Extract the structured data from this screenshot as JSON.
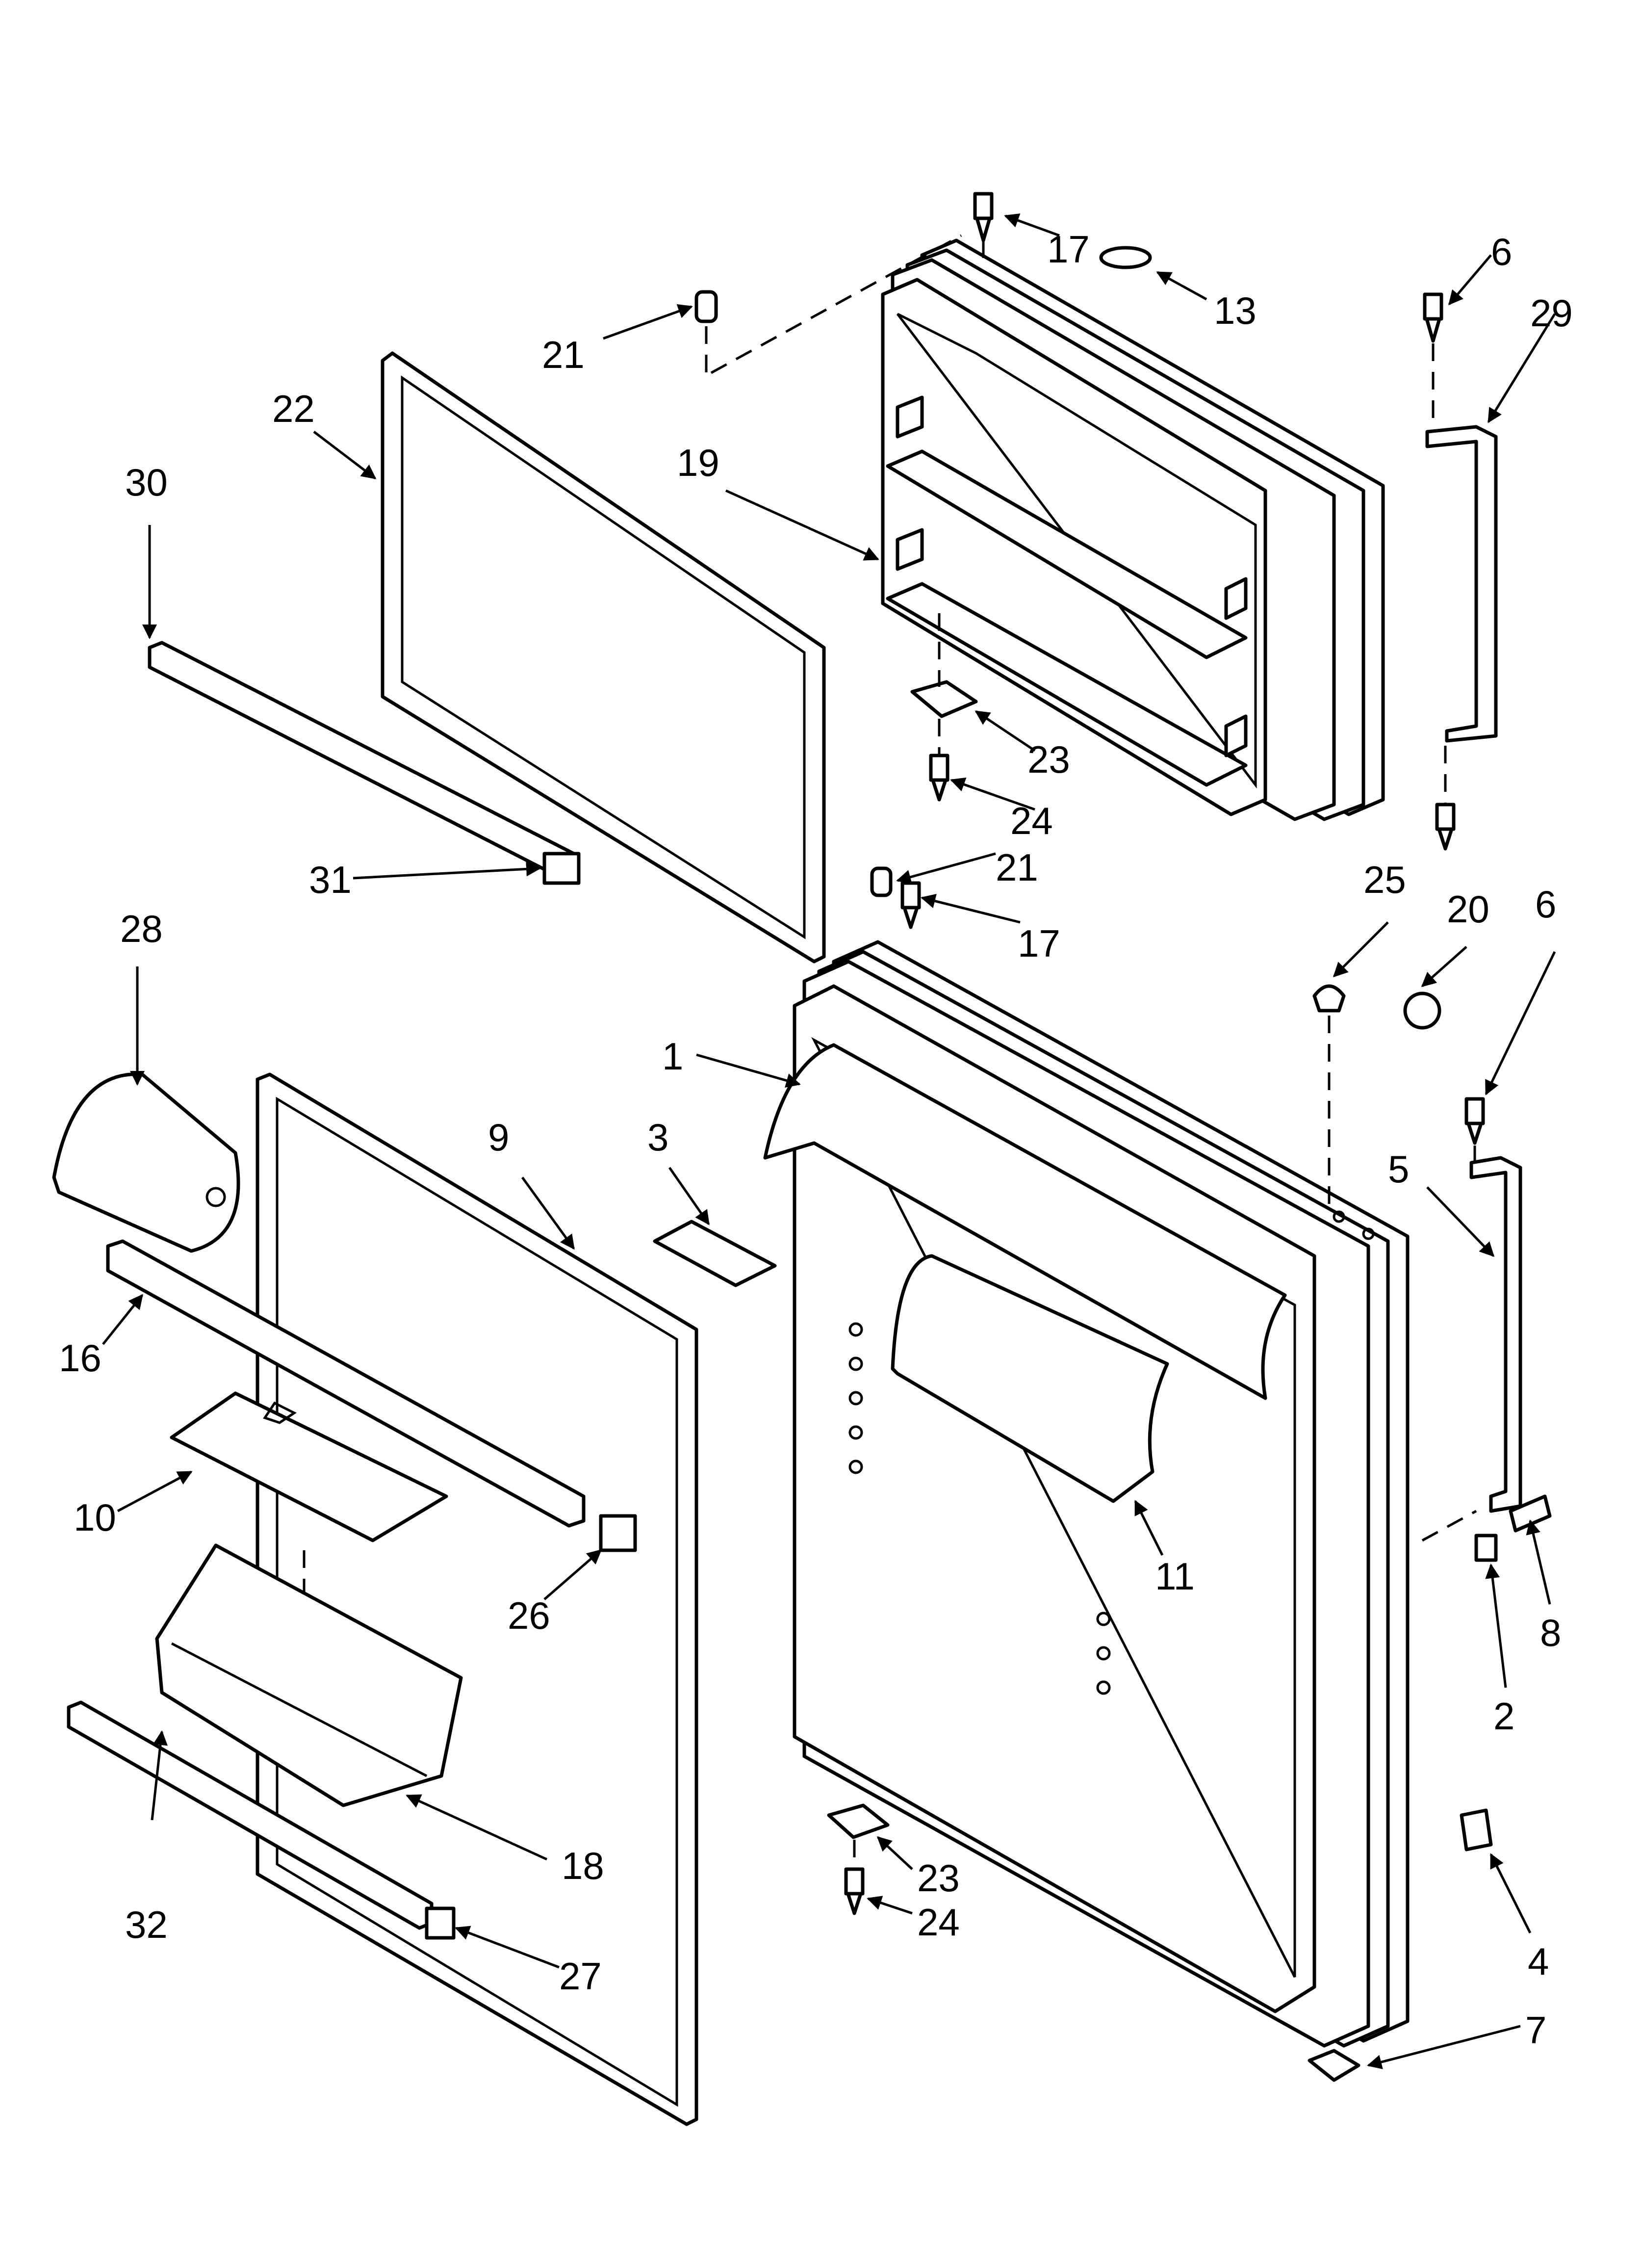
{
  "callouts": [
    {
      "id": "17a",
      "label": "17"
    },
    {
      "id": "13",
      "label": "13"
    },
    {
      "id": "6a",
      "label": "6"
    },
    {
      "id": "29",
      "label": "29"
    },
    {
      "id": "21a",
      "label": "21"
    },
    {
      "id": "22",
      "label": "22"
    },
    {
      "id": "30",
      "label": "30"
    },
    {
      "id": "19",
      "label": "19"
    },
    {
      "id": "23a",
      "label": "23"
    },
    {
      "id": "24a",
      "label": "24"
    },
    {
      "id": "21b",
      "label": "21"
    },
    {
      "id": "31",
      "label": "31"
    },
    {
      "id": "17b",
      "label": "17"
    },
    {
      "id": "25",
      "label": "25"
    },
    {
      "id": "20",
      "label": "20"
    },
    {
      "id": "6b",
      "label": "6"
    },
    {
      "id": "28",
      "label": "28"
    },
    {
      "id": "1",
      "label": "1"
    },
    {
      "id": "9",
      "label": "9"
    },
    {
      "id": "3",
      "label": "3"
    },
    {
      "id": "5",
      "label": "5"
    },
    {
      "id": "16",
      "label": "16"
    },
    {
      "id": "10",
      "label": "10"
    },
    {
      "id": "11",
      "label": "11"
    },
    {
      "id": "8",
      "label": "8"
    },
    {
      "id": "26",
      "label": "26"
    },
    {
      "id": "2",
      "label": "2"
    },
    {
      "id": "18",
      "label": "18"
    },
    {
      "id": "23b",
      "label": "23"
    },
    {
      "id": "24b",
      "label": "24"
    },
    {
      "id": "32",
      "label": "32"
    },
    {
      "id": "27",
      "label": "27"
    },
    {
      "id": "4",
      "label": "4"
    },
    {
      "id": "7",
      "label": "7"
    }
  ]
}
